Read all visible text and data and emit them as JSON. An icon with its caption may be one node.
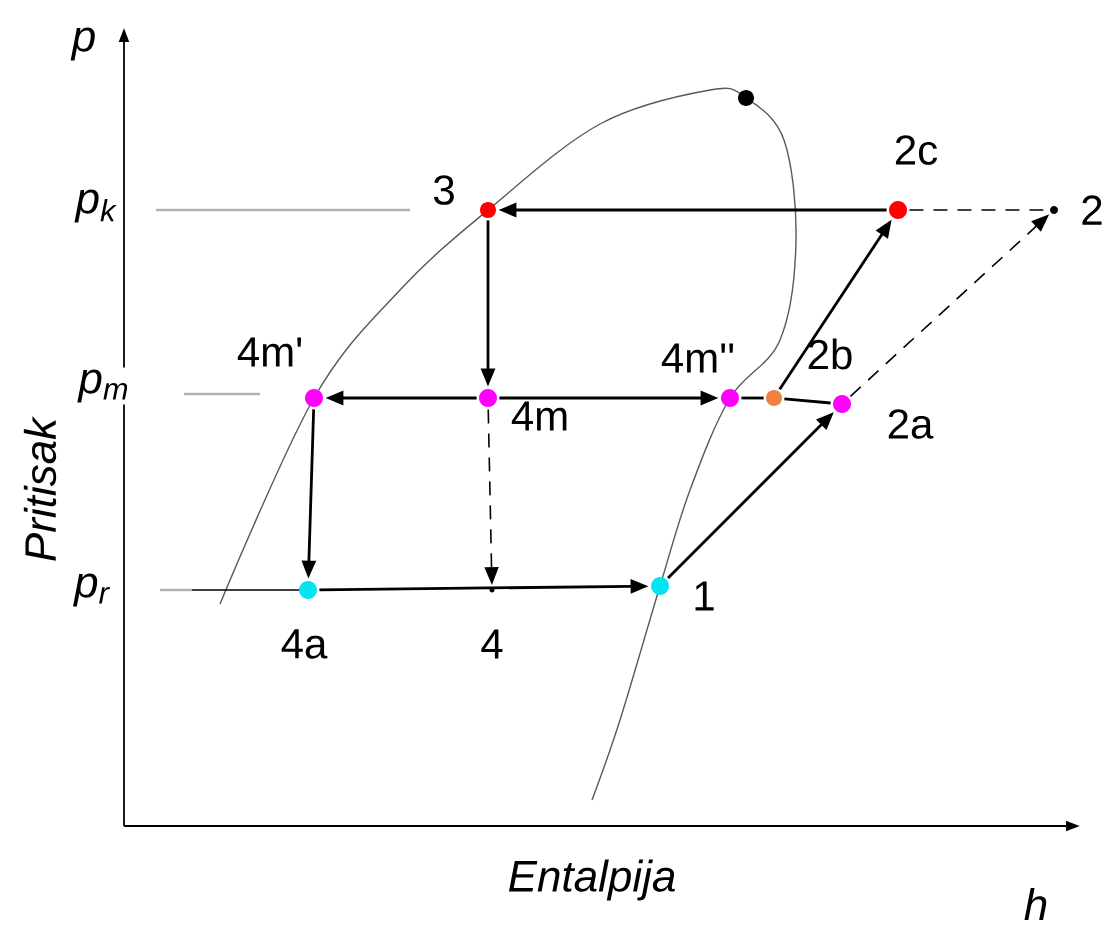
{
  "diagram": {
    "nodes": [
      {
        "text": [],
        "shape": "circle",
        "beside": [
          "3"
        ]
      },
      {
        "text": [],
        "shape": "circle",
        "beside": [
          "4m'"
        ]
      },
      {
        "text": [],
        "shape": "circle",
        "beside": [
          "4m"
        ]
      },
      {
        "text": [],
        "shape": "circle",
        "beside": [
          "4m''"
        ]
      },
      {
        "text": [],
        "shape": "circle",
        "beside": [
          "2b"
        ]
      },
      {
        "text": [],
        "shape": "circle",
        "beside": [
          "2a"
        ]
      },
      {
        "text": [],
        "shape": "circle",
        "beside": [
          "4a"
        ]
      },
      {
        "text": [],
        "shape": "circle",
        "beside": [
          "4"
        ]
      },
      {
        "text": [],
        "shape": "circle",
        "beside": [
          "1"
        ]
      },
      {
        "text": [],
        "shape": "circle",
        "beside": [
          "2c"
        ]
      },
      {
        "text": [],
        "shape": "circle",
        "beside": [
          "2"
        ]
      },
      {
        "text": [],
        "shape": "circle"
      }
    ],
    "edges": [
      {
        "from": 9,
        "to": 0,
        "arrow": "to"
      },
      {
        "from": 0,
        "to": 2,
        "arrow": "to"
      },
      {
        "from": 2,
        "to": 1,
        "arrow": "to"
      },
      {
        "from": 2,
        "to": 3,
        "arrow": "to"
      },
      {
        "from": 1,
        "to": 6,
        "arrow": "to"
      },
      {
        "from": 2,
        "to": 7,
        "arrow": "to",
        "style": "dashed"
      },
      {
        "from": 6,
        "to": 8,
        "arrow": "to"
      },
      {
        "from": 8,
        "to": 5,
        "arrow": "to"
      },
      {
        "from": 3,
        "to": 4,
        "arrow": "none"
      },
      {
        "from": 4,
        "to": 5,
        "arrow": "none"
      },
      {
        "from": 4,
        "to": 9,
        "arrow": "to"
      },
      {
        "from": 5,
        "to": 10,
        "arrow": "to",
        "style": "dashed"
      },
      {
        "from": 9,
        "to": 10,
        "arrow": "none",
        "style": "dashed"
      }
    ],
    "labels": [
      "p",
      "p$_{k}$",
      "p$_{m}$",
      "Pritisak",
      "p$_{r}$",
      "Entalpija",
      "h"
    ]
  }
}
